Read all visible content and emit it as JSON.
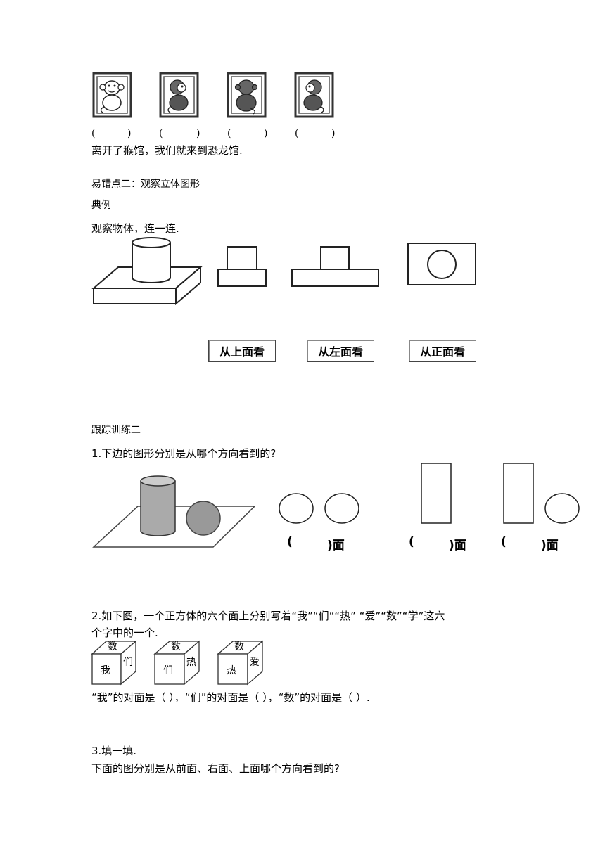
{
  "monkeys": {
    "answer_parens": [
      "(",
      ")",
      "(",
      ")",
      "(",
      ")",
      "(",
      ")"
    ],
    "note": "离开了猴馆，我们就来到恐龙馆."
  },
  "section2": {
    "heading": "易错点二：观察立体图形",
    "example_label": "典例",
    "question": "观察物体，连一连.",
    "view_labels": [
      "从上面看",
      "从左面看",
      "从正面看"
    ]
  },
  "practice": {
    "heading": "跟踪训练二",
    "q1": {
      "text": "1.下边的图形分别是从哪个方向看到的?",
      "blank_prefix": "(",
      "blank_suffix": ")面"
    },
    "q2": {
      "text_line1": "2.如下图，一个正方体的六个面上分别写着“我”“们”“热” “爱”“数”“学”这六",
      "text_line2": "个字中的一个.",
      "cubes": [
        {
          "top": "数",
          "front": "我",
          "side": "们"
        },
        {
          "top": "数",
          "front": "们",
          "side": "热"
        },
        {
          "top": "数",
          "front": "热",
          "side": "爱"
        }
      ],
      "answer_line": "“我”的对面是（ ），“们”的对面是（ ），“数”的对面是（ ）."
    },
    "q3": {
      "title": "3.填一填.",
      "text": "下面的图分别是从前面、右面、上面哪个方向看到的?"
    }
  }
}
